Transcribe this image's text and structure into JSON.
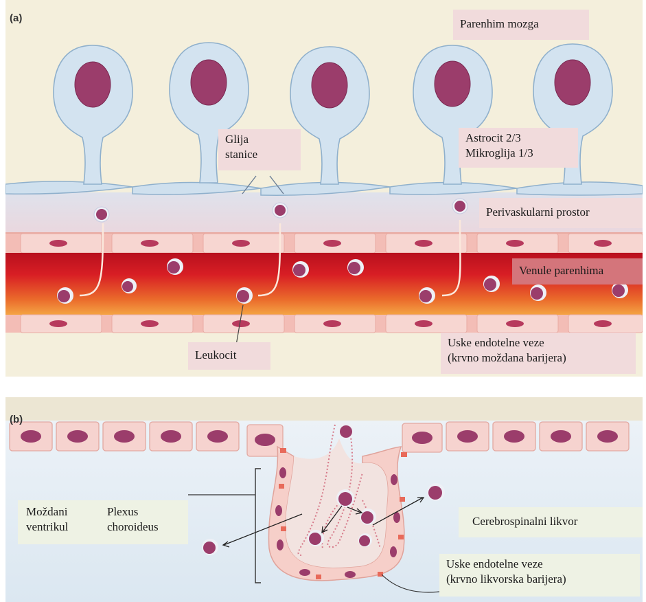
{
  "panel_a": {
    "label": "(a)",
    "parenhim": "Parenhim mozga",
    "glija_1": "Glija",
    "glija_2": "stanice",
    "astro_1": "Astrocit  2/3",
    "astro_2": "Mikroglija 1/3",
    "periv": "Perivaskularni prostor",
    "venule": "Venule parenhima",
    "leukocit": "Leukocit",
    "uske_1": "Uske endotelne veze",
    "uske_2": "(krvno moždana barijera)"
  },
  "panel_b": {
    "label": "(b)",
    "ventrikul_1": "Moždani",
    "ventrikul_2": "ventrikul",
    "plexus_1": "Plexus",
    "plexus_2": "choroideus",
    "csf": "Cerebrospinalni likvor",
    "uske_1": "Uske endotelne veze",
    "uske_2": "(krvno likvorska barijera)"
  },
  "colors": {
    "parenchyma_bg": "#f4efdc",
    "blood": "#c8102e",
    "nucleus": "#9b3d6b",
    "cell_body": "#d3e3f0",
    "endothelium": "#f6d3cf"
  }
}
